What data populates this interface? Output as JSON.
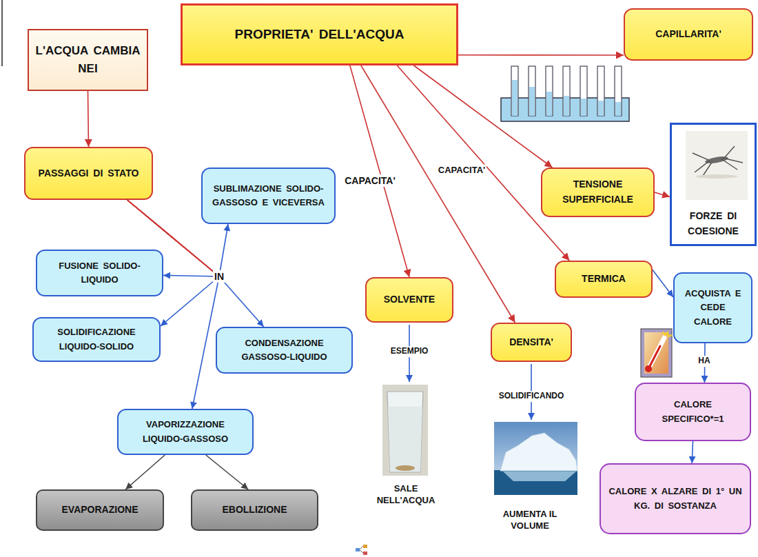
{
  "diagram": {
    "nodes": [
      {
        "text": [
          "L'ACQUA CAMBIA NEI"
        ]
      },
      {
        "text": [
          "PROPRIETA' DELL'ACQUA"
        ]
      },
      {
        "text": [
          "CAPILLARITA'"
        ]
      },
      {
        "text": [
          "PASSAGGI DI STATO"
        ]
      },
      {
        "text": [
          "SUBLIMAZIONE SOLIDO-GASSOSO E VICEVERSA"
        ]
      },
      {
        "text": [
          "TENSIONE SUPERFICIALE"
        ]
      },
      {
        "text": [
          "FORZE DI COESIONE"
        ]
      },
      {
        "text": [
          "FUSIONE SOLIDO-LIQUIDO"
        ]
      },
      {
        "text": [
          "TERMICA"
        ]
      },
      {
        "text": [
          "ACQUISTA E CEDE CALORE"
        ]
      },
      {
        "text": [
          "SOLVENTE"
        ]
      },
      {
        "text": [
          "SOLIDIFICAZIONE LIQUIDO-SOLIDO"
        ]
      },
      {
        "text": [
          "CONDENSAZIONE GASSOSO-LIQUIDO"
        ]
      },
      {
        "text": [
          "DENSITA'"
        ]
      },
      {
        "text": [
          "CALORE SPECIFICO*=1"
        ]
      },
      {
        "text": [
          "VAPORIZZAZIONE LIQUIDO-GASSOSO"
        ]
      },
      {
        "text": [
          "EVAPORAZIONE"
        ]
      },
      {
        "text": [
          "EBOLLIZIONE"
        ]
      },
      {
        "text": [
          "CALORE X ALZARE DI 1° UN KG. DI SOSTANZA"
        ]
      }
    ],
    "edges": [
      {
        "from": 0,
        "to": 3,
        "arrow": "to"
      },
      {
        "from": 1,
        "to": 2,
        "arrow": "to"
      },
      {
        "from": 1,
        "to": 10,
        "label": "CAPACITA'",
        "arrow": "to"
      },
      {
        "from": 1,
        "to": 13,
        "arrow": "to"
      },
      {
        "from": 1,
        "to": 8,
        "label": "CAPACITA'",
        "arrow": "to"
      },
      {
        "from": 1,
        "to": 5,
        "arrow": "to"
      },
      {
        "from": 5,
        "to": 6,
        "arrow": "to"
      },
      {
        "from": 3,
        "to": 4,
        "arrow": "to"
      },
      {
        "from": 3,
        "to": 7,
        "arrow": "to"
      },
      {
        "from": 3,
        "to": 11,
        "arrow": "to"
      },
      {
        "from": 3,
        "to": 12,
        "arrow": "to"
      },
      {
        "from": 3,
        "to": 15,
        "arrow": "to"
      },
      {
        "from": 15,
        "to": 16,
        "arrow": "to"
      },
      {
        "from": 15,
        "to": 17,
        "arrow": "to"
      },
      {
        "from": 8,
        "to": 9,
        "arrow": "to"
      },
      {
        "from": 9,
        "to": 14,
        "label": "HA",
        "arrow": "to"
      },
      {
        "from": 14,
        "to": 18,
        "arrow": "to"
      }
    ],
    "labels": [
      "IN",
      "ESEMPIO",
      "SALE NELL'ACQUA",
      "SOLIDIFICANDO",
      "AUMENTA IL VOLUME"
    ]
  }
}
